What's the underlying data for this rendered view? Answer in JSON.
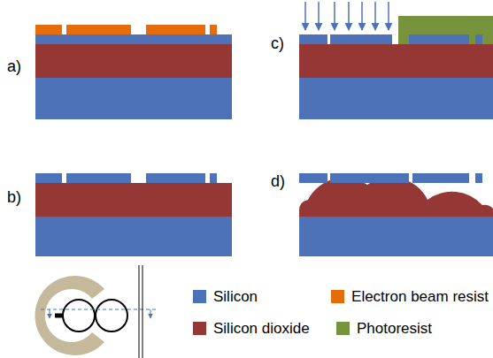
{
  "diagram": {
    "labels": [
      "a)",
      "b)",
      "c)",
      "d)"
    ],
    "legend": [
      {
        "text": "Silicon",
        "color": "#4e72b8"
      },
      {
        "text": "Electron beam resist",
        "color": "#e46c0a"
      },
      {
        "text": "Silicon dioxide",
        "color": "#953735"
      },
      {
        "text": "Photoresist",
        "color": "#77933c"
      }
    ]
  }
}
